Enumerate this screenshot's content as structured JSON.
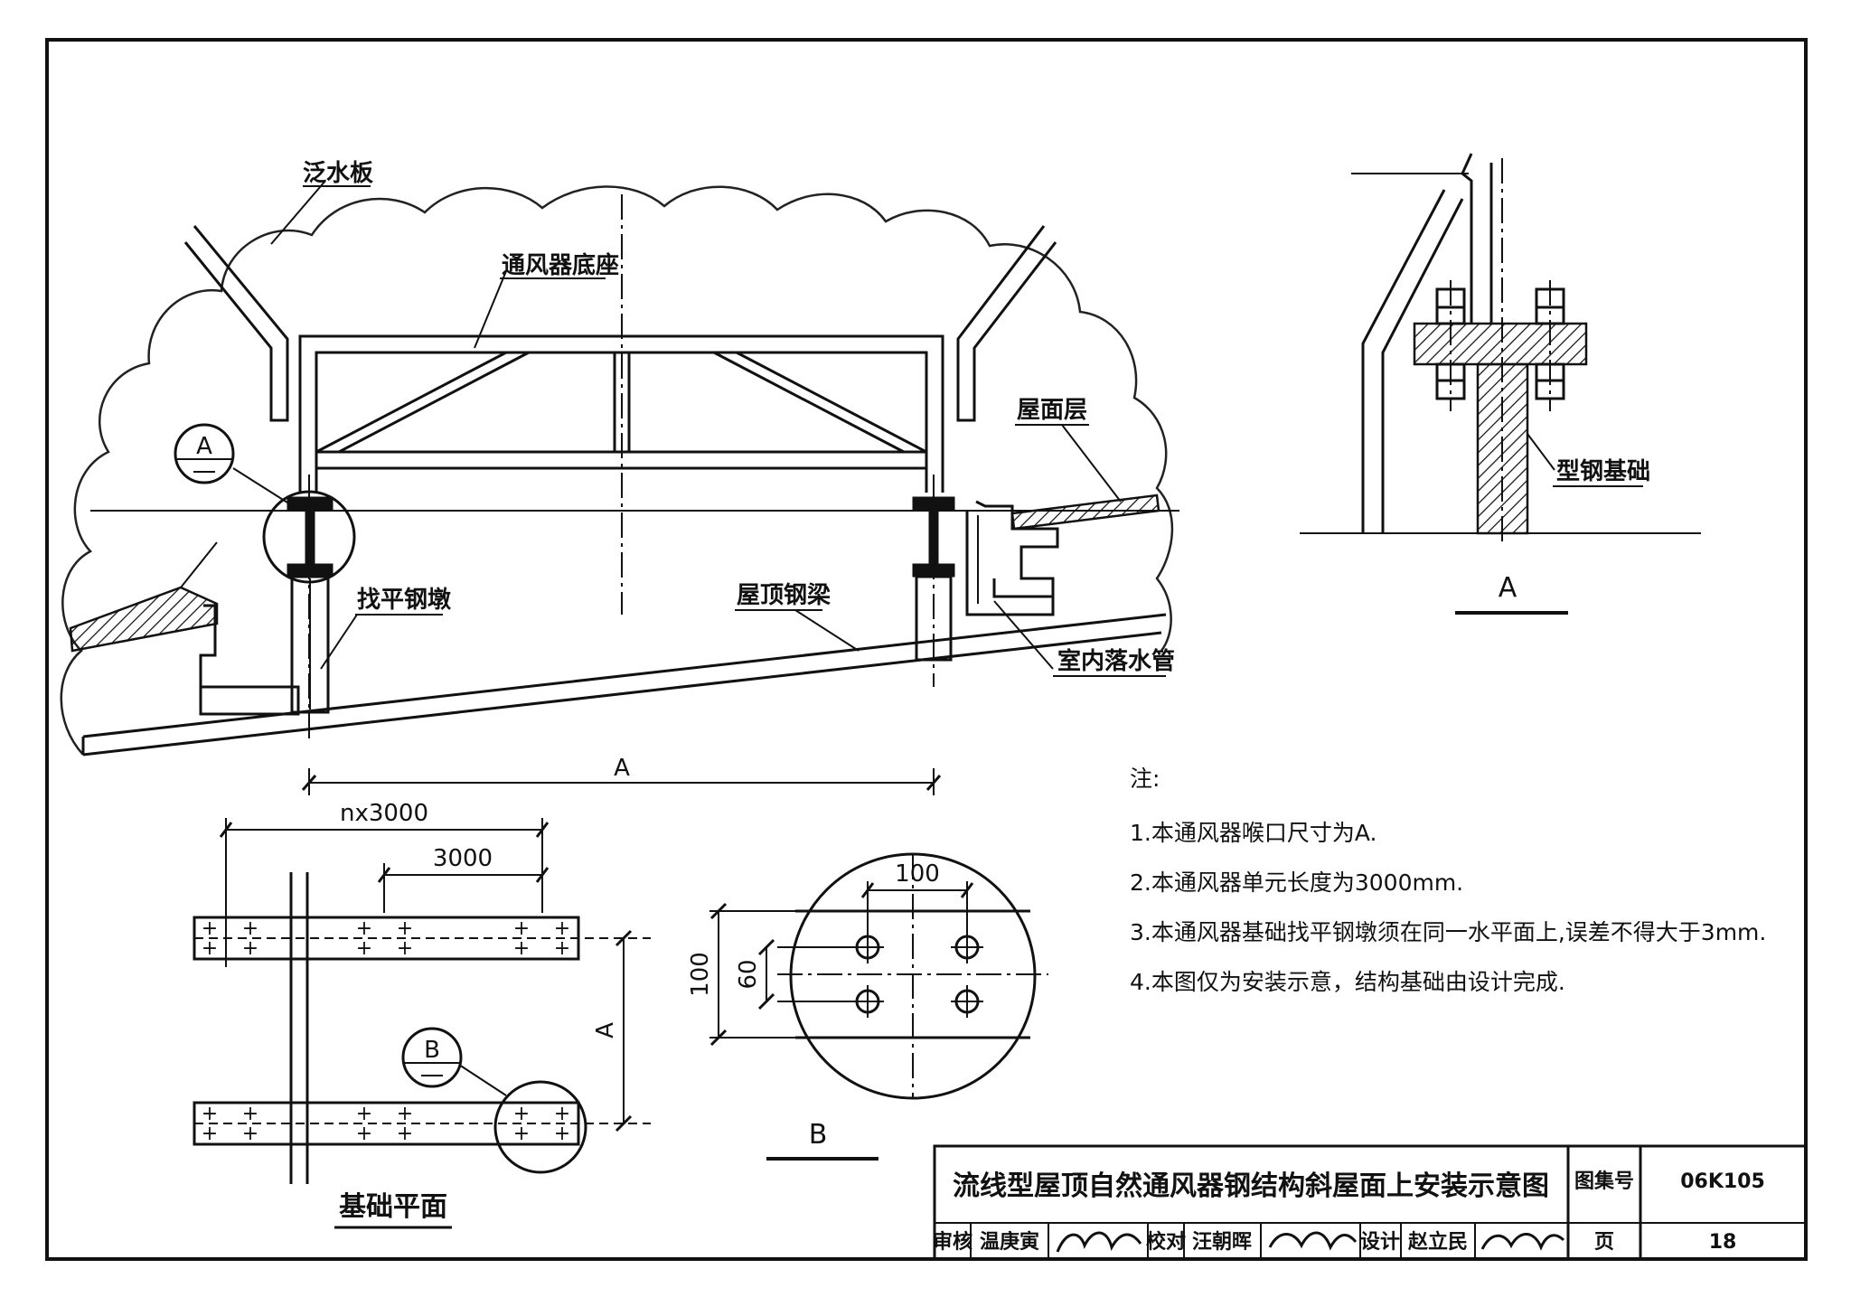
{
  "labels": {
    "flashing": "泛水板",
    "ventilator_base": "通风器底座",
    "roof_layer": "屋面层",
    "leveling_pier": "找平钢墩",
    "roof_steel_beam": "屋顶钢梁",
    "indoor_downpipe": "室内落水管",
    "steel_foundation": "型钢基础",
    "foundation_plan": "基础平面",
    "detail_a_ref": "A",
    "detail_b_ref": "B",
    "detail_a_title": "A",
    "detail_b_title": "B"
  },
  "dimensions": {
    "throat": "A",
    "n_length": "nx3000",
    "unit_length": "3000",
    "plan_width": "A",
    "bolt_spacing": "100",
    "plate_width": "100",
    "bolt_gauge": "60"
  },
  "notes": {
    "heading": "注:",
    "items": [
      "1.本通风器喉口尺寸为A.",
      "2.本通风器单元长度为3000mm.",
      "3.本通风器基础找平钢墩须在同一水平面上,误差不得大于3mm.",
      "4.本图仅为安装示意，结构基础由设计完成."
    ]
  },
  "title_block": {
    "title": "流线型屋顶自然通风器钢结构斜屋面上安装示意图",
    "atlas_label": "图集号",
    "atlas_no": "06K105",
    "review_label": "审核",
    "reviewer": "温庚寅",
    "check_label": "校对",
    "checker": "汪朝晖",
    "design_label": "设计",
    "designer": "赵立民",
    "page_label": "页",
    "page_no": "18"
  }
}
